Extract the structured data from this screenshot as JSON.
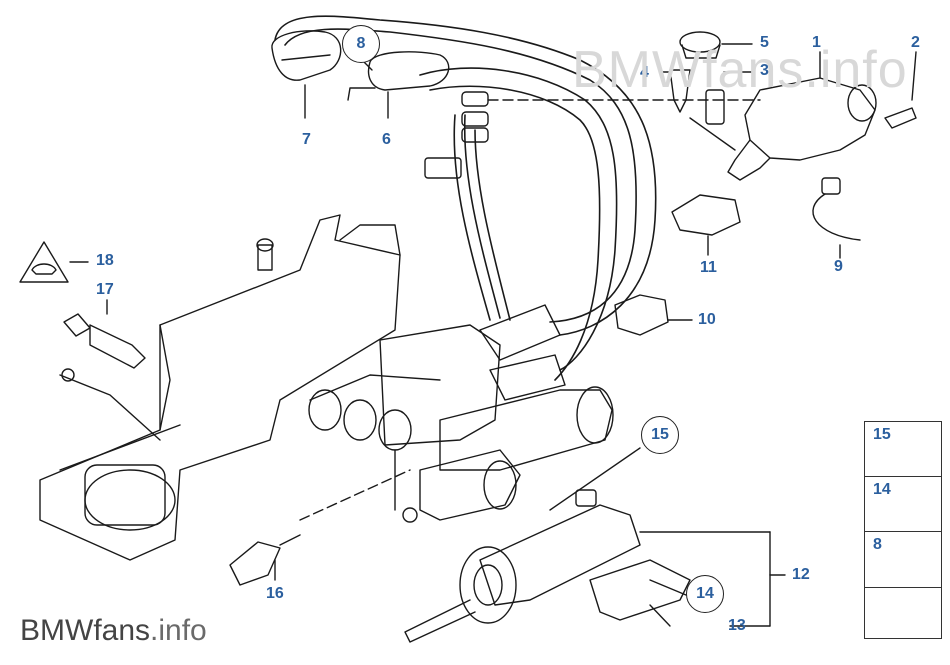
{
  "watermark": {
    "top": "BMWfans.info",
    "bottom_brand": "BMWfans",
    "bottom_suffix": ".info"
  },
  "callouts": {
    "c1": "1",
    "c2": "2",
    "c3": "3",
    "c4": "4",
    "c5": "5",
    "c6": "6",
    "c7": "7",
    "c8": "8",
    "c9": "9",
    "c10": "10",
    "c11": "11",
    "c12": "12",
    "c13": "13",
    "c14": "14",
    "c15": "15",
    "c16": "16",
    "c17": "17",
    "c18": "18"
  },
  "legend": {
    "row1": "15",
    "row2": "14",
    "row3": "8"
  },
  "colors": {
    "callout": "#2b5f9e",
    "line": "#1a1a1a",
    "watermark": "#d8d8d8"
  }
}
